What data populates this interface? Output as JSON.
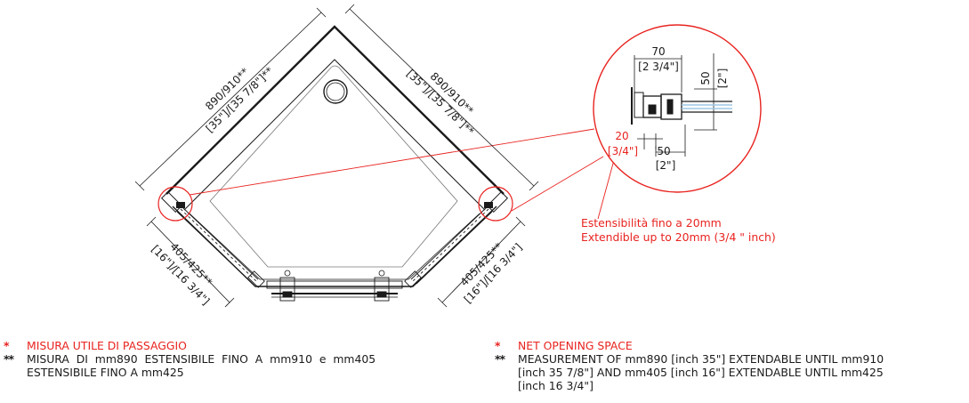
{
  "dimensions": {
    "top_left": [
      "890/910",
      "**"
    ],
    "top_left_inch": [
      "[35\"]/[35 7/8\"]",
      "**"
    ],
    "top_right": [
      "890/910",
      "**"
    ],
    "top_right_inch": [
      "[35\"]/[35 7/8\"]",
      "**"
    ],
    "side_left": [
      "405/425",
      "**"
    ],
    "side_left_inch": "[16\"]/[16 3/4\"]",
    "side_right": [
      "405/425",
      "**"
    ],
    "side_right_inch": "[16\"]/[16 3/4\"]"
  },
  "detail": {
    "d70": "70",
    "d70_inch": "[2 3/4\"]",
    "d50_v": "50",
    "d50_v_inch": "[2\"]",
    "d20": "20",
    "d20_inch": "[3/4\"]",
    "d50_h": "50",
    "d50_h_inch": "[2\"]"
  },
  "note": {
    "line1": "Estensibilità fino a 20mm",
    "line2": "Extendible up to 20mm (3/4 \" inch)"
  },
  "legend_it": {
    "star1": "*",
    "label1": "MISURA UTILE DI PASSAGGIO",
    "star2": "**",
    "line1": "MISURA  DI  mm890  ESTENSIBILE  FINO  A  mm910  e  mm405",
    "line2": "ESTENSIBILE FINO A mm425"
  },
  "legend_en": {
    "star1": "*",
    "label1": "NET OPENING SPACE",
    "star2": "**",
    "line1": "MEASUREMENT OF mm890 [inch 35\"] EXTENDABLE UNTIL mm910",
    "line2": "[inch 35 7/8\"] AND mm405 [inch 16\"] EXTENDABLE UNTIL mm425",
    "line3": "[inch 16 3/4\"]"
  },
  "colors": {
    "accent": "#e8231f",
    "line": "#1a1a1a"
  }
}
